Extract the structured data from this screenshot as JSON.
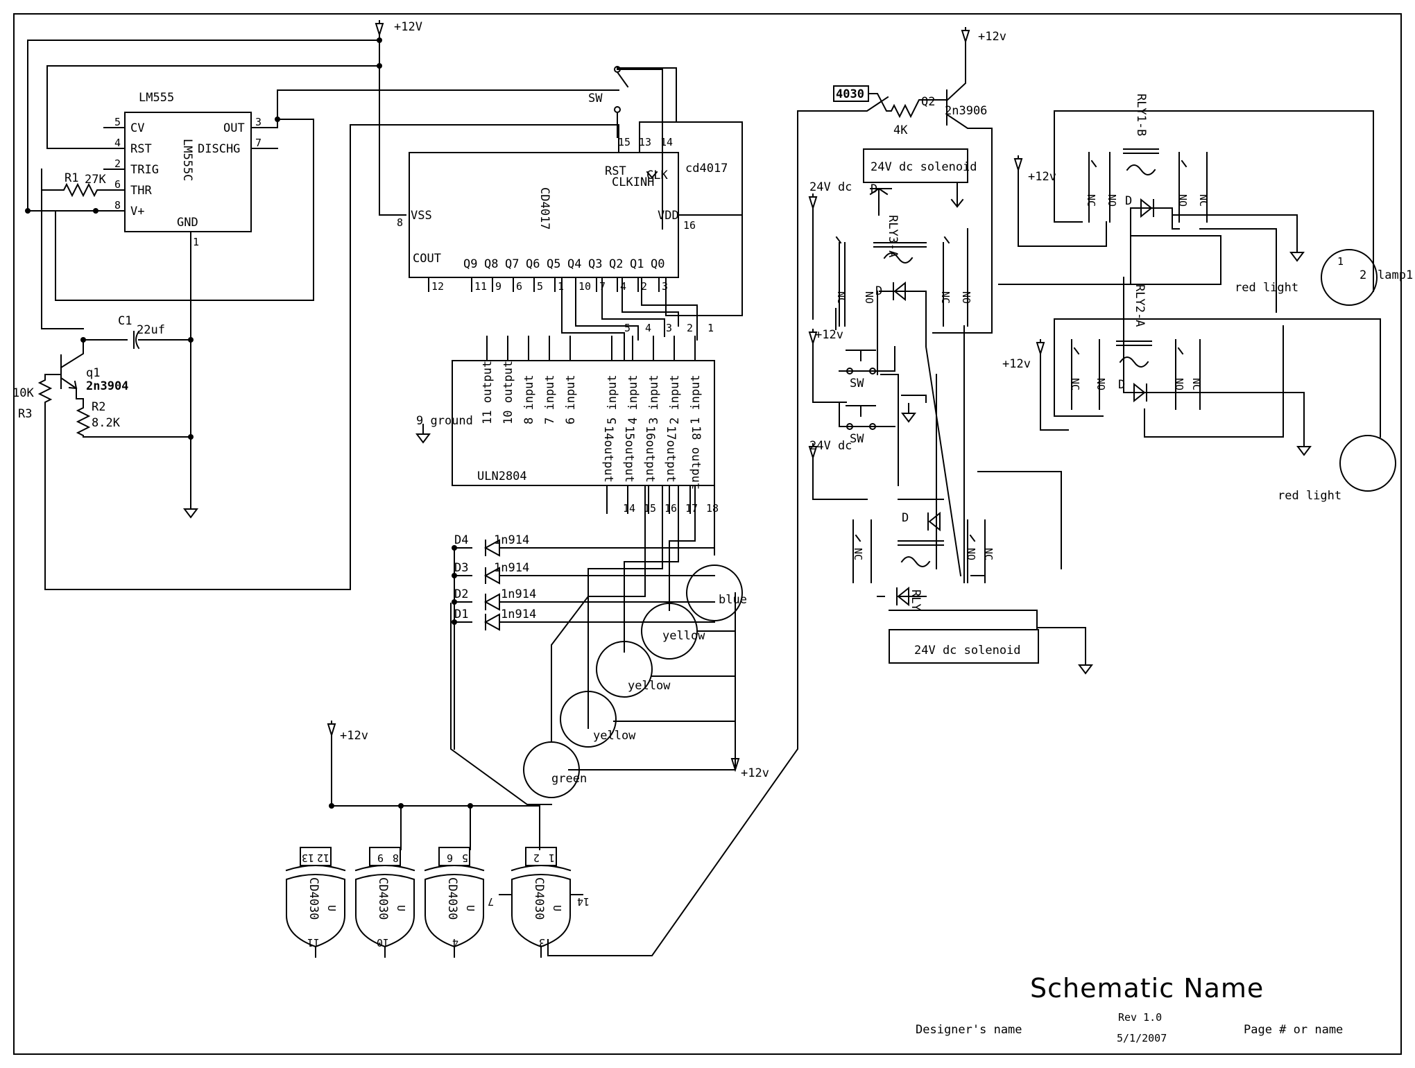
{
  "title_block": {
    "title": "Schematic Name",
    "designer": "Designer's name",
    "rev": "Rev 1.0",
    "date": "5/1/2007",
    "page": "Page # or name"
  },
  "power": {
    "v12": "+12V",
    "v12_lower": "+12v",
    "v24": "24V dc"
  },
  "timer": {
    "ref": "LM555",
    "part": "LM555C",
    "pins": {
      "cv": "CV",
      "rst": "RST",
      "trig": "TRIG",
      "thr": "THR",
      "vplus": "V+",
      "gnd": "GND",
      "out": "OUT",
      "dischg": "DISCHG"
    },
    "pin_numbers": {
      "cv": "5",
      "rst": "4",
      "trig": "2",
      "thr": "6",
      "vplus": "8",
      "gnd": "1",
      "out": "3",
      "dischg": "7"
    }
  },
  "counter": {
    "ref": "cd4017",
    "part": "CD4017",
    "pins": {
      "vss": "VSS",
      "vdd": "VDD",
      "rst": "RST",
      "clk": "CLK",
      "clkinh": "CLKINH",
      "cout": "COUT"
    },
    "outputs": [
      "Q9",
      "Q8",
      "Q7",
      "Q6",
      "Q5",
      "Q4",
      "Q3",
      "Q2",
      "Q1",
      "Q0"
    ],
    "bottom_pin_numbers": [
      "12",
      "11",
      "9",
      "6",
      "5",
      "1",
      "10",
      "7",
      "4",
      "2",
      "3"
    ],
    "top_pin_numbers": [
      "15",
      "13",
      "14"
    ],
    "vss_pin": "8",
    "vdd_pin": "16"
  },
  "driver": {
    "ref": "ULN2804",
    "inputs": [
      "11 output",
      "10 output",
      "8 input",
      "7 input",
      "6 input",
      "5 input",
      "4 input",
      "3 input",
      "2 input",
      "1 input"
    ],
    "outputs": [
      "14output",
      "15output",
      "16output",
      "17output",
      "18 output"
    ],
    "output_pins": [
      "14",
      "15",
      "16",
      "17",
      "18"
    ],
    "input_pins": [
      "5",
      "4",
      "3",
      "2",
      "1"
    ],
    "ground": "9 ground",
    "ground_pin": "9"
  },
  "components": {
    "switch": "SW",
    "r1": "R1",
    "r1_value": "27K",
    "c1": "C1",
    "c1_value": "22uf",
    "q1": "q1",
    "q1_part": "2n3904",
    "r2": "R2",
    "r2_value": "8.2K",
    "r3": "R3",
    "r3_value": "10K",
    "q2": "Q2",
    "q2_part": "2n3906",
    "r_q2_value": "4K",
    "net_4030": "4030",
    "diodes": [
      {
        "ref": "D4",
        "part": "1n914"
      },
      {
        "ref": "D3",
        "part": "1n914"
      },
      {
        "ref": "D2",
        "part": "1n914"
      },
      {
        "ref": "D1",
        "part": "1n914"
      }
    ],
    "lamps": [
      "blue",
      "yellow",
      "yellow",
      "yellow",
      "green"
    ],
    "solenoid": "24V dc solenoid",
    "relay_labels": {
      "rly1b": "RLY1-B",
      "rly2a": "RLY2-A",
      "rly3": "RLY3-A",
      "rly": "RLY",
      "nc": "NC",
      "no": "NO",
      "diode": "D"
    },
    "right_lamps": [
      "red light",
      "red light"
    ],
    "lamp1": "lamp1",
    "lamp1_pins": [
      "1",
      "2"
    ]
  },
  "xor_gates": [
    {
      "part": "CD4030",
      "in_a": "13",
      "in_b": "12",
      "out": "11",
      "mark": "U"
    },
    {
      "part": "CD4030",
      "in_a": "9",
      "in_b": "8",
      "out": "10",
      "mark": "U"
    },
    {
      "part": "CD4030",
      "in_a": "6",
      "in_b": "5",
      "out": "4",
      "mark": "U"
    },
    {
      "part": "CD4030",
      "in_a": "2",
      "in_b": "1",
      "out": "3",
      "mark": "U",
      "pin_left": "7",
      "pin_right": "14"
    }
  ]
}
